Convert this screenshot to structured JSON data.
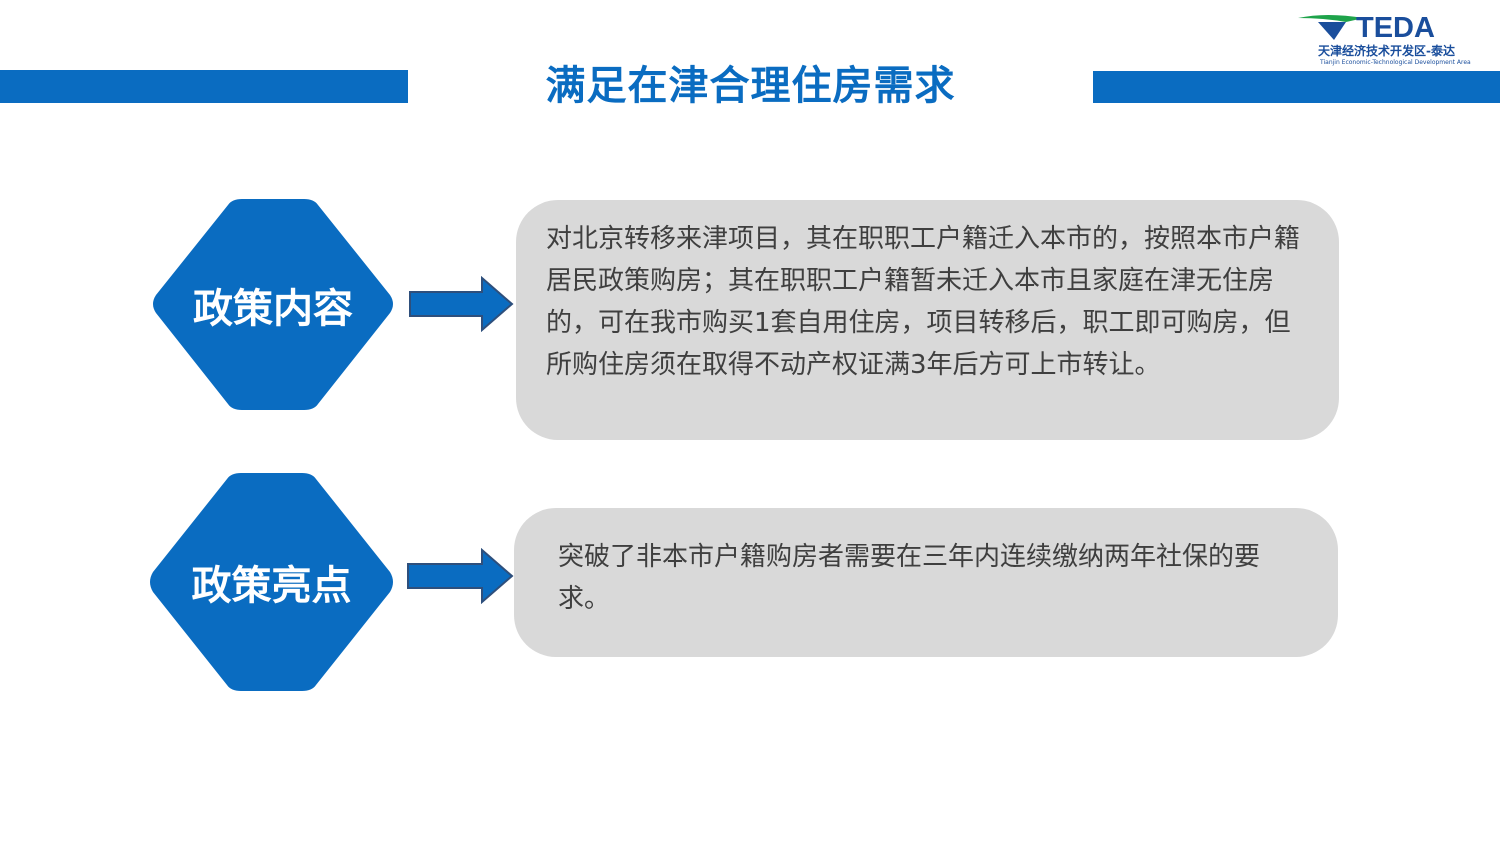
{
  "header": {
    "title": "满足在津合理住房需求"
  },
  "logo": {
    "brand": "TEDA",
    "cn_name": "天津经济技术开发区-泰达",
    "en_name": "Tianjin Economic-Technological Development Area",
    "colors": {
      "green": "#1ea34a",
      "blue": "#1a4e9c"
    }
  },
  "colors": {
    "accent": "#0a6cc1",
    "box": "#d9d9d9",
    "text": "#3f3f3f"
  },
  "sections": [
    {
      "label": "政策内容",
      "text": "对北京转移来津项目，其在职职工户籍迁入本市的，按照本市户籍居民政策购房；其在职职工户籍暂未迁入本市且家庭在津无住房的，可在我市购买1套自用住房，项目转移后，职工即可购房，但所购住房须在取得不动产权证满3年后方可上市转让。"
    },
    {
      "label": "政策亮点",
      "text": "突破了非本市户籍购房者需要在三年内连续缴纳两年社保的要求。"
    }
  ]
}
